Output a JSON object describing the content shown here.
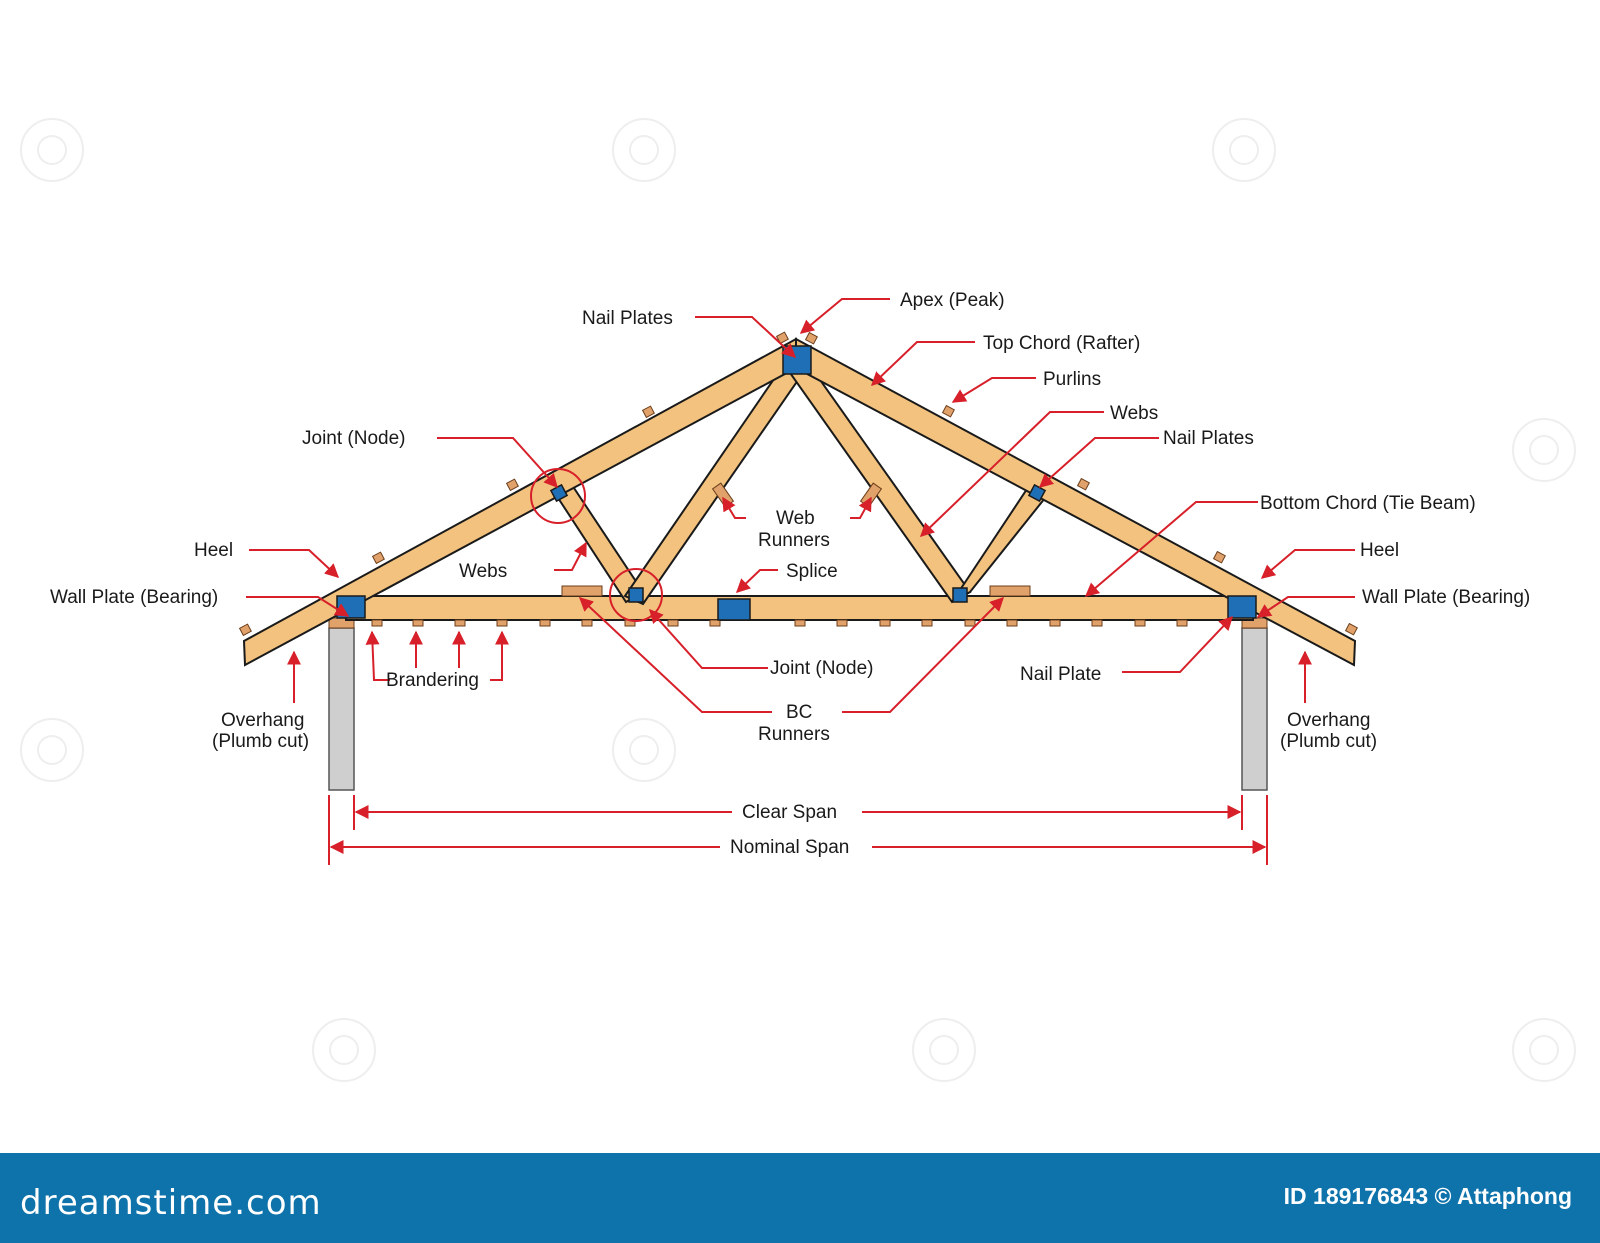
{
  "labels": {
    "apex": "Apex (Peak)",
    "nail_plates_top": "Nail Plates",
    "top_chord": "Top Chord (Rafter)",
    "purlins": "Purlins",
    "webs_right": "Webs",
    "nail_plates_right": "Nail Plates",
    "joint_node_top": "Joint (Node)",
    "web_runners_1": "Web",
    "web_runners_2": "Runners",
    "bottom_chord": "Bottom Chord (Tie Beam)",
    "heel_left": "Heel",
    "heel_right": "Heel",
    "webs_left": "Webs",
    "splice": "Splice",
    "wall_plate_left": "Wall Plate (Bearing)",
    "wall_plate_right": "Wall Plate (Bearing)",
    "brandering": "Brandering",
    "joint_node_bottom": "Joint (Node)",
    "nail_plate": "Nail Plate",
    "bc_runners_1": "BC",
    "bc_runners_2": "Runners",
    "overhang_left_1": "Overhang",
    "overhang_left_2": "(Plumb cut)",
    "overhang_right_1": "Overhang",
    "overhang_right_2": "(Plumb cut)",
    "clear_span": "Clear Span",
    "nominal_span": "Nominal Span"
  },
  "footer": {
    "brand": "dreamstime.com",
    "id_text": "ID 189176843 © Attaphong"
  },
  "colors": {
    "timber": "#f2c27e",
    "nail_plate": "#1f6fb6",
    "leader": "#d7202a",
    "footer_bg": "#0f73ab"
  }
}
